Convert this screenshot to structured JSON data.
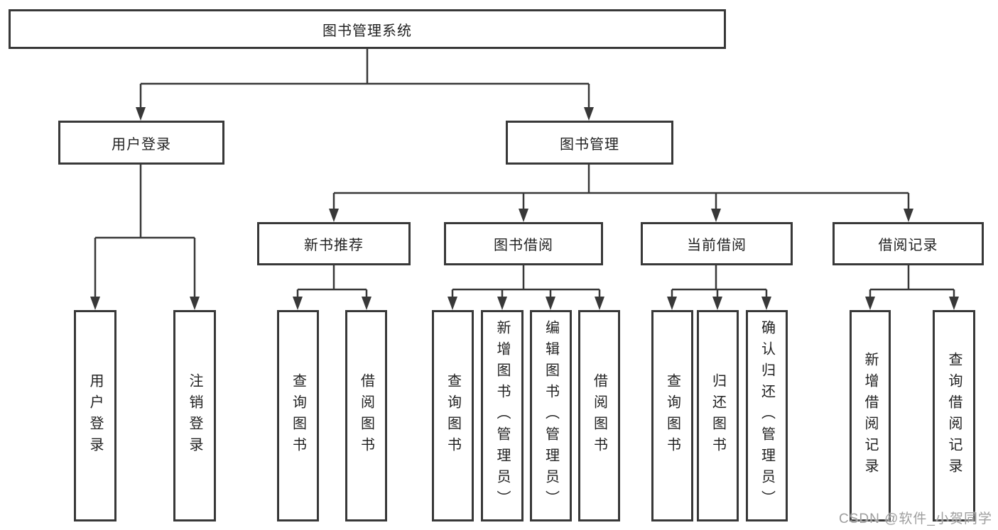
{
  "tree": {
    "label": "图书管理系统",
    "children": [
      {
        "label": "用户登录",
        "children": [
          {
            "label": "用户登录"
          },
          {
            "label": "注销登录"
          }
        ]
      },
      {
        "label": "图书管理",
        "children": [
          {
            "label": "新书推荐",
            "children": [
              {
                "label": "查询图书"
              },
              {
                "label": "借阅图书"
              }
            ]
          },
          {
            "label": "图书借阅",
            "children": [
              {
                "label": "查询图书"
              },
              {
                "label": "新增图书（管理员）"
              },
              {
                "label": "编辑图书（管理员）"
              },
              {
                "label": "借阅图书"
              }
            ]
          },
          {
            "label": "当前借阅",
            "children": [
              {
                "label": "查询图书"
              },
              {
                "label": "归还图书"
              },
              {
                "label": "确认归还（管理员）"
              }
            ]
          },
          {
            "label": "借阅记录",
            "children": [
              {
                "label": "新增借阅记录"
              },
              {
                "label": "查询借阅记录"
              }
            ]
          }
        ]
      }
    ]
  },
  "watermark": "CSDN @软件_小贺同学",
  "colors": {
    "line": "#383838",
    "text": "#222222",
    "watermark": "#9e9e9e",
    "background": "#ffffff"
  }
}
